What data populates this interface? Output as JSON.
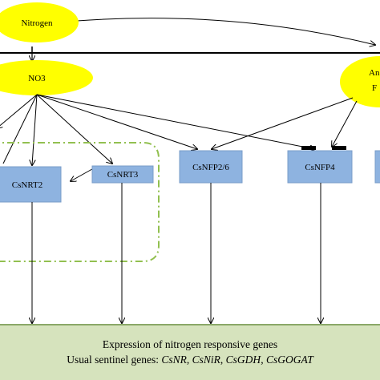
{
  "colors": {
    "ellipse_fill": "#ffff00",
    "box_fill": "#8eb3e0",
    "box_stroke": "#7a9cc9",
    "dashed_group": "#92c050",
    "panel_fill": "#d6e3bd",
    "marker": "#000000"
  },
  "nodes": {
    "nitrogen": "Nitrogen",
    "no3": "NO3",
    "amm_partial_1": "An",
    "amm_partial_2": "F",
    "csnrt2": "CsNRT2",
    "csnrt3": "CsNRT3",
    "csnfp26": "CsNFP2/6",
    "csnfp4": "CsNFP4"
  },
  "panel": {
    "line1": "Expression of nitrogen responsive genes",
    "line2_prefix": "Usual sentinel genes: ",
    "genes": [
      "CsNR",
      "CsNiR",
      "CsGDH",
      "CsGOGAT"
    ],
    "separator": ", "
  }
}
